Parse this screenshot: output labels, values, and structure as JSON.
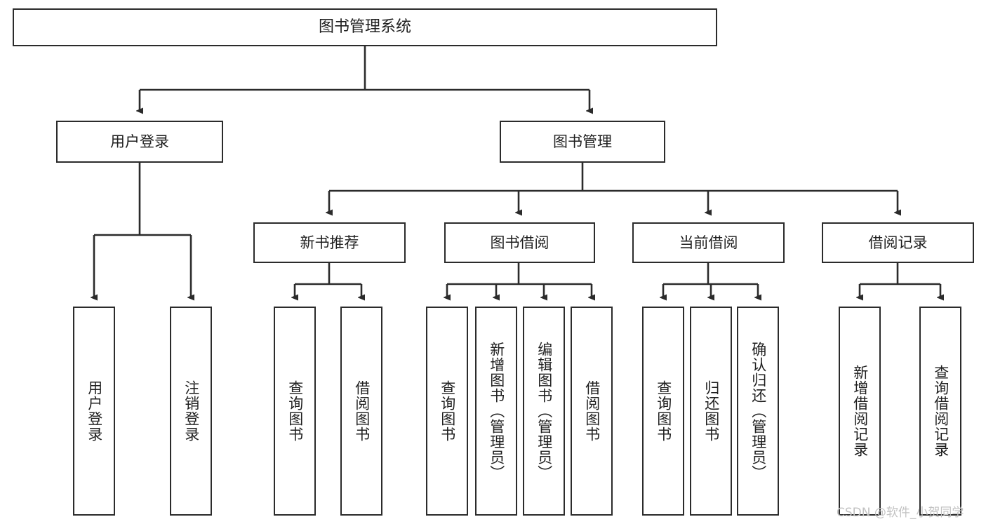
{
  "diagram": {
    "title": "图书管理系统",
    "type": "tree-hierarchy-diagram",
    "colors": {
      "border": "#2b2b2b",
      "background": "#ffffff",
      "text": "#1f1f1f",
      "edge": "#2b2b2b",
      "watermark": "#c2c2c2"
    },
    "nodes": {
      "root": {
        "label": "图书管理系统"
      },
      "level1": [
        {
          "label": "用户登录"
        },
        {
          "label": "图书管理"
        }
      ],
      "level2": [
        {
          "label": "新书推荐"
        },
        {
          "label": "图书借阅"
        },
        {
          "label": "当前借阅"
        },
        {
          "label": "借阅记录"
        }
      ],
      "leaves_user_login": [
        {
          "label": "用户登录"
        },
        {
          "label": "注销登录"
        }
      ],
      "leaves_new_book": [
        {
          "label": "查询图书"
        },
        {
          "label": "借阅图书"
        }
      ],
      "leaves_borrow": [
        {
          "label": "查询图书"
        },
        {
          "label": "新增图书（管理员）"
        },
        {
          "label": "编辑图书（管理员）"
        },
        {
          "label": "借阅图书"
        }
      ],
      "leaves_current": [
        {
          "label": "查询图书"
        },
        {
          "label": "归还图书"
        },
        {
          "label": "确认归还（管理员）"
        }
      ],
      "leaves_record": [
        {
          "label": "新增借阅记录"
        },
        {
          "label": "查询借阅记录"
        }
      ]
    }
  },
  "watermark": {
    "text": "CSDN @软件_小贺同学"
  }
}
